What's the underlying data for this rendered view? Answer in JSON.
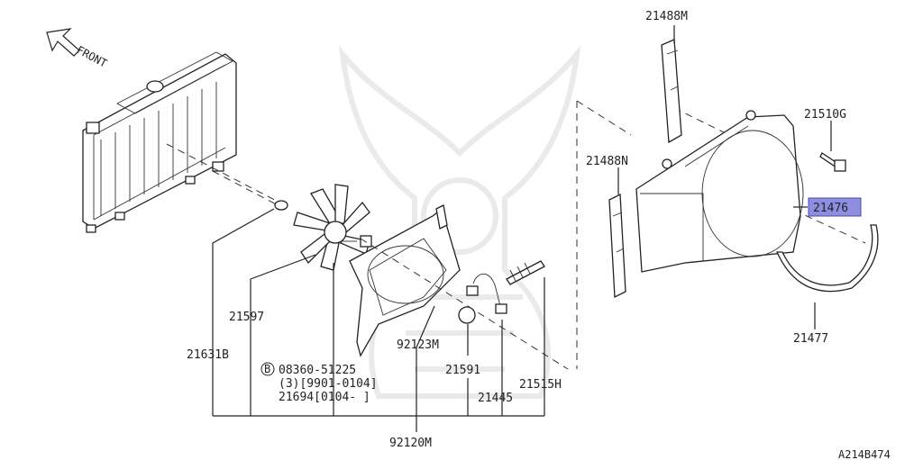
{
  "diagram": {
    "front_label": "FRONT",
    "highlight_color": "#8e8ee0",
    "labels": {
      "p21488M": "21488M",
      "p21510G": "21510G",
      "p21488N": "21488N",
      "p21476": "21476",
      "p21477": "21477",
      "p21597": "21597",
      "p21631B": "21631B",
      "bolt_b": "B",
      "bolt_code": "08360-51225",
      "bolt_qty": "(3)[9901-0104]",
      "p21694": "21694[0104-     ]",
      "p92123M": "92123M",
      "p21591": "21591",
      "p21445": "21445",
      "p21515H": "21515H",
      "p92120M": "92120M",
      "ref_code": "A214B474"
    }
  }
}
